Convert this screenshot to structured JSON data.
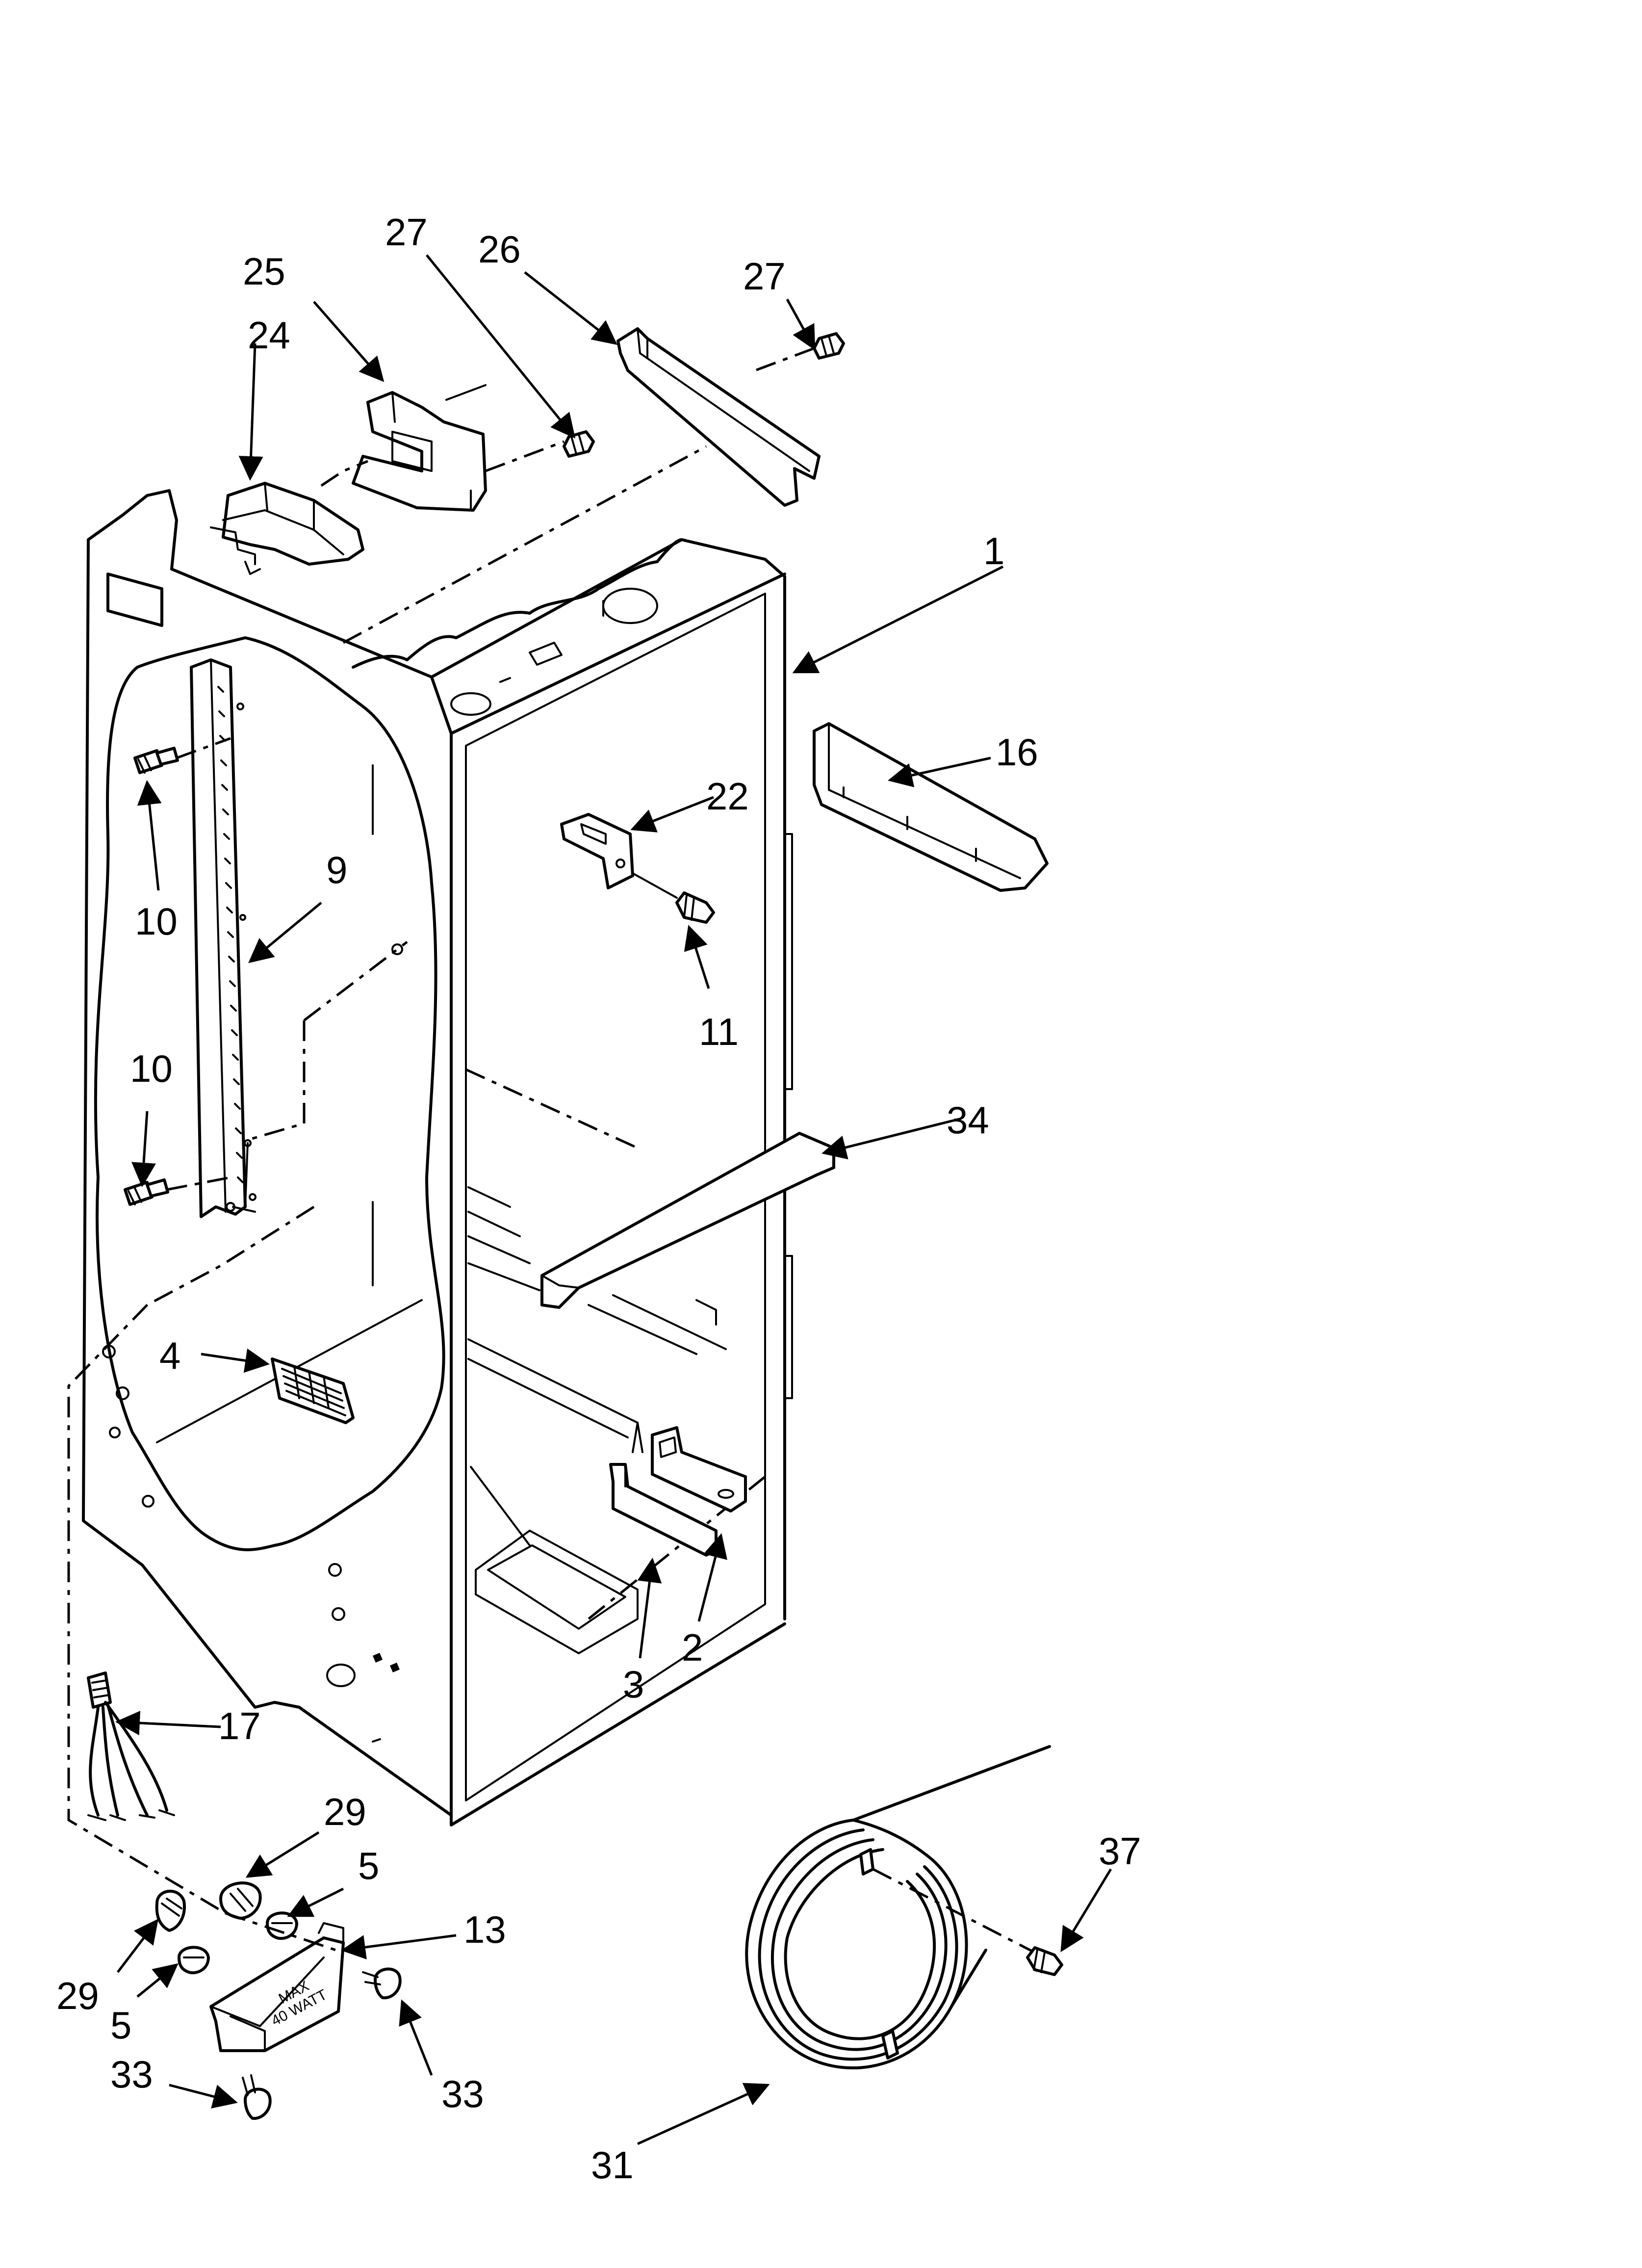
{
  "diagram": {
    "callouts": [
      {
        "id": "c1",
        "label": "1"
      },
      {
        "id": "c2",
        "label": "2"
      },
      {
        "id": "c3",
        "label": "3"
      },
      {
        "id": "c4",
        "label": "4"
      },
      {
        "id": "c5a",
        "label": "5"
      },
      {
        "id": "c5b",
        "label": "5"
      },
      {
        "id": "c9",
        "label": "9"
      },
      {
        "id": "c10a",
        "label": "10"
      },
      {
        "id": "c10b",
        "label": "10"
      },
      {
        "id": "c11",
        "label": "11"
      },
      {
        "id": "c13",
        "label": "13"
      },
      {
        "id": "c16",
        "label": "16"
      },
      {
        "id": "c17",
        "label": "17"
      },
      {
        "id": "c22",
        "label": "22"
      },
      {
        "id": "c24",
        "label": "24"
      },
      {
        "id": "c25",
        "label": "25"
      },
      {
        "id": "c26",
        "label": "26"
      },
      {
        "id": "c27a",
        "label": "27"
      },
      {
        "id": "c27b",
        "label": "27"
      },
      {
        "id": "c29a",
        "label": "29"
      },
      {
        "id": "c29b",
        "label": "29"
      },
      {
        "id": "c31",
        "label": "31"
      },
      {
        "id": "c33a",
        "label": "33"
      },
      {
        "id": "c33b",
        "label": "33"
      },
      {
        "id": "c34",
        "label": "34"
      },
      {
        "id": "c37",
        "label": "37"
      }
    ],
    "lamp_housing_label_line1": "MAX",
    "lamp_housing_label_line2": "40 WATT"
  }
}
